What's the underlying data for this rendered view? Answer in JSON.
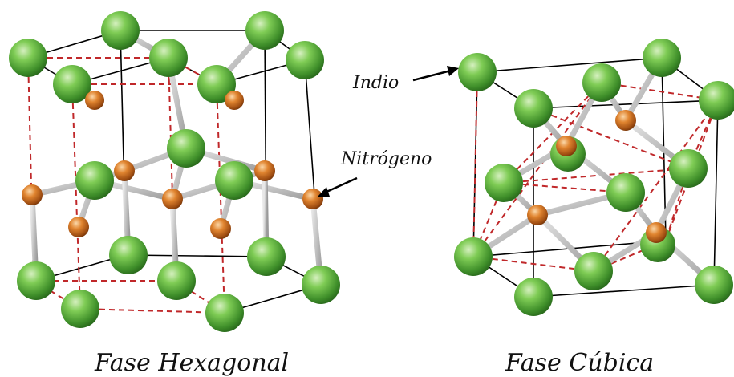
{
  "labels": {
    "indium": "Indio",
    "nitrogen": "Nitrógeno",
    "hexagonal_phase": "Fase Hexagonal",
    "cubic_phase": "Fase Cúbica"
  },
  "colors": {
    "indium_atom": "#6fbf4a",
    "nitrogen_atom": "#d9782a",
    "bond": "#c8c8c8",
    "cell_edge": "#000000",
    "dashed_cell": "#c0282a",
    "text": "#111111"
  }
}
